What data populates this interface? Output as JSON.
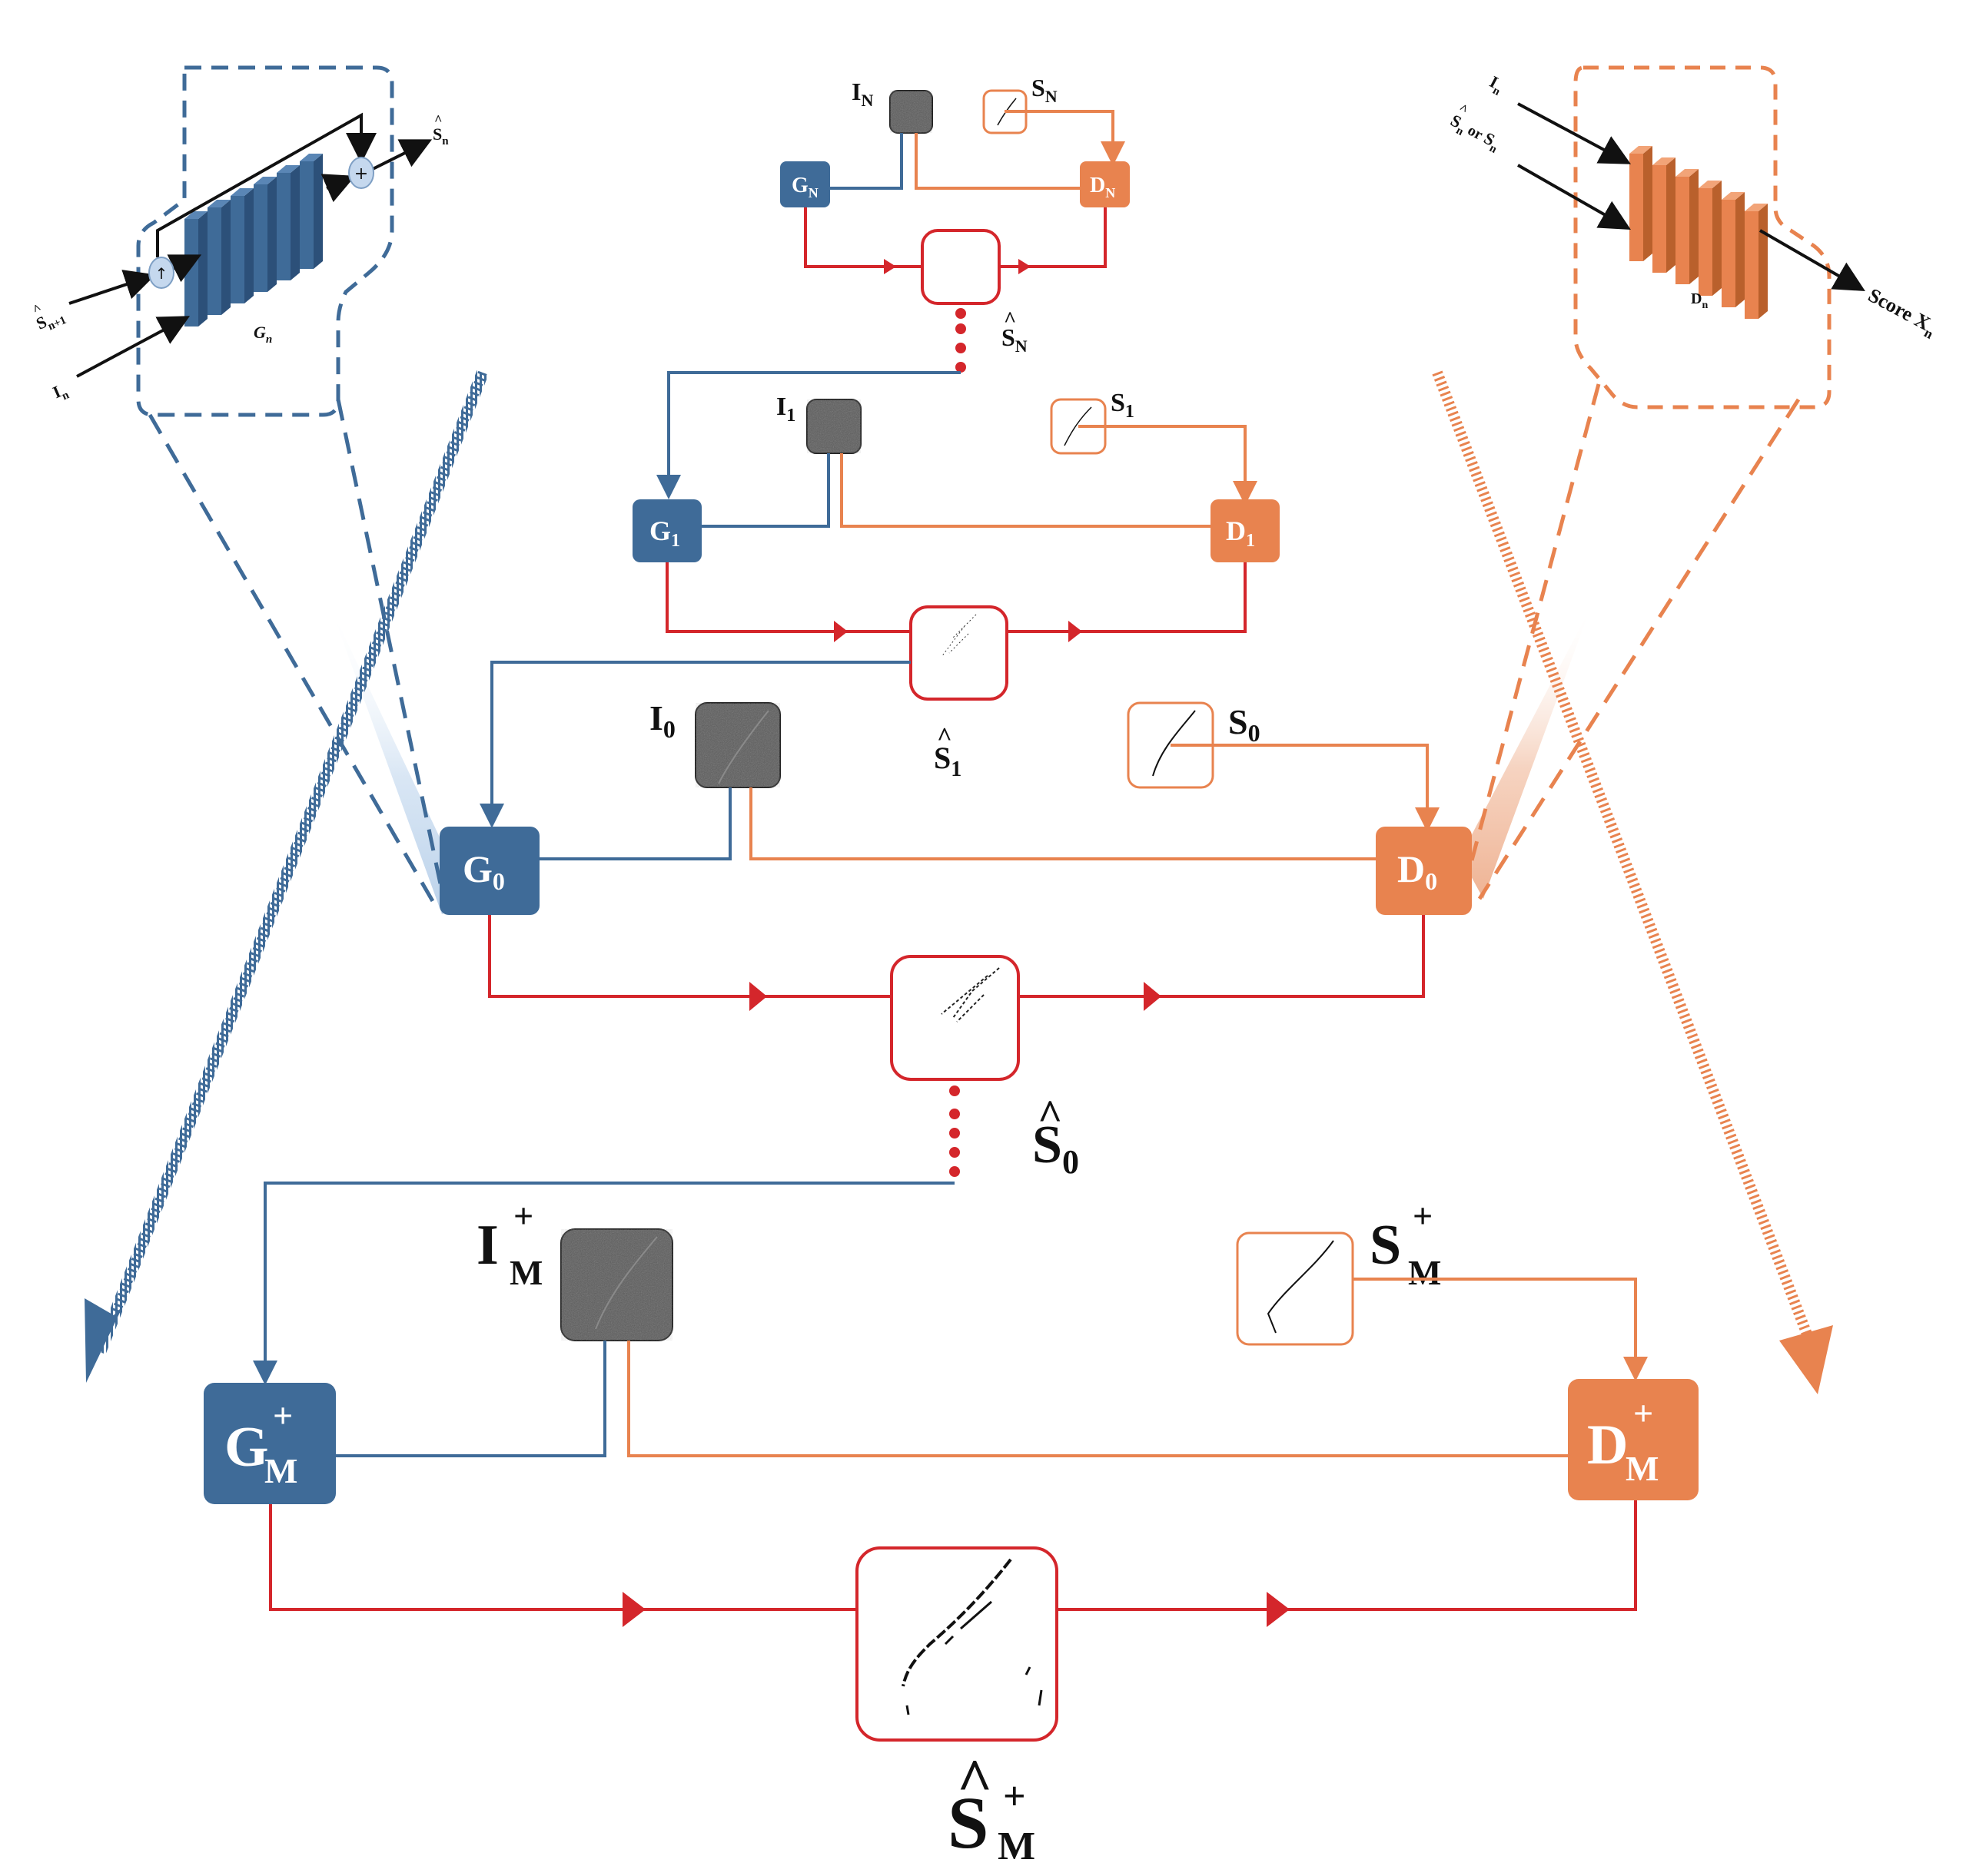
{
  "colors": {
    "generator": "#3f6b98",
    "discriminator": "#e8834f",
    "flow_red": "#d4262b",
    "black": "#111111",
    "image_gray": "#5a5a5a"
  },
  "stages": {
    "N": {
      "G": {
        "main": "G",
        "sub": "N"
      },
      "D": {
        "main": "D",
        "sub": "N"
      },
      "I": {
        "main": "I",
        "sub": "N"
      },
      "S": {
        "main": "S",
        "sub": "N"
      },
      "Shat": {
        "hat": "^",
        "main": "S",
        "sub": "N"
      }
    },
    "one": {
      "G": {
        "main": "G",
        "sub": "1"
      },
      "D": {
        "main": "D",
        "sub": "1"
      },
      "I": {
        "main": "I",
        "sub": "1"
      },
      "S": {
        "main": "S",
        "sub": "1"
      },
      "Shat": {
        "hat": "^",
        "main": "S",
        "sub": "1"
      }
    },
    "zero": {
      "G": {
        "main": "G",
        "sub": "0"
      },
      "D": {
        "main": "D",
        "sub": "0"
      },
      "I": {
        "main": "I",
        "sub": "0"
      },
      "S": {
        "main": "S",
        "sub": "0"
      },
      "Shat": {
        "hat": "^",
        "main": "S",
        "sub": "0"
      }
    },
    "M": {
      "G": {
        "main": "G",
        "sub": "M",
        "sup": "+"
      },
      "D": {
        "main": "D",
        "sub": "M",
        "sup": "+"
      },
      "I": {
        "main": "I",
        "sub": "M",
        "sup": "+"
      },
      "S": {
        "main": "S",
        "sub": "M",
        "sup": "+"
      },
      "Shat": {
        "hat": "^",
        "main": "S",
        "sub": "M",
        "sup": "+"
      }
    }
  },
  "zoom_generator": {
    "block_label": {
      "main": "G",
      "sub": "n"
    },
    "input_s": {
      "hat": "^",
      "main": "S",
      "sub": "n+1"
    },
    "input_i": {
      "main": "I",
      "sub": "n"
    },
    "output_s": {
      "hat": "^",
      "main": "S",
      "sub": "n"
    },
    "upsample_symbol": "↑",
    "add_symbol": "+"
  },
  "zoom_discriminator": {
    "block_label": {
      "main": "D",
      "sub": "n"
    },
    "input_i": {
      "main": "I",
      "sub": "n"
    },
    "input_s": {
      "hat": "^",
      "main": "S",
      "sub": "n",
      "mid": " or ",
      "main2": "S",
      "sub2": "n"
    },
    "output": {
      "main": "Score X",
      "sub": "n"
    }
  }
}
